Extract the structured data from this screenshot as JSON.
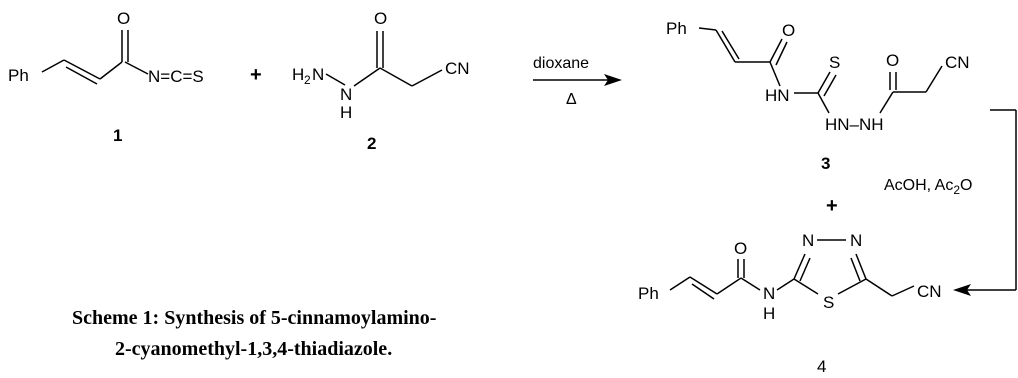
{
  "compound1": {
    "ph": "Ph",
    "o": "O",
    "isothiocyanate": "N=C=S",
    "number": "1"
  },
  "plus1": "+",
  "compound2": {
    "h2n": "H",
    "h2n_sub": "2",
    "h2n_n": "N",
    "nh_n": "N",
    "nh_h": "H",
    "o": "O",
    "cn": "CN",
    "number": "2"
  },
  "arrow1": {
    "reagent": "dioxane",
    "condition": "Δ"
  },
  "compound3": {
    "ph": "Ph",
    "o1": "O",
    "s": "S",
    "o2": "O",
    "cn": "CN",
    "hn1": "HN",
    "hn_nh": "HN–NH",
    "number": "3"
  },
  "arrow2": {
    "reagent_main": "AcOH, Ac",
    "reagent_sub": "2",
    "reagent_tail": "O"
  },
  "plus2": "+",
  "compound4": {
    "ph": "Ph",
    "o": "O",
    "n_amide": "N",
    "h_amide": "H",
    "ring_n1": "N",
    "ring_n2": "N",
    "ring_s": "S",
    "cn": "CN",
    "number": "4"
  },
  "caption": {
    "line1": "Scheme 1: Synthesis of 5-cinnamoylamino-",
    "line2": "2-cyanomethyl-1,3,4-thiadiazole."
  }
}
